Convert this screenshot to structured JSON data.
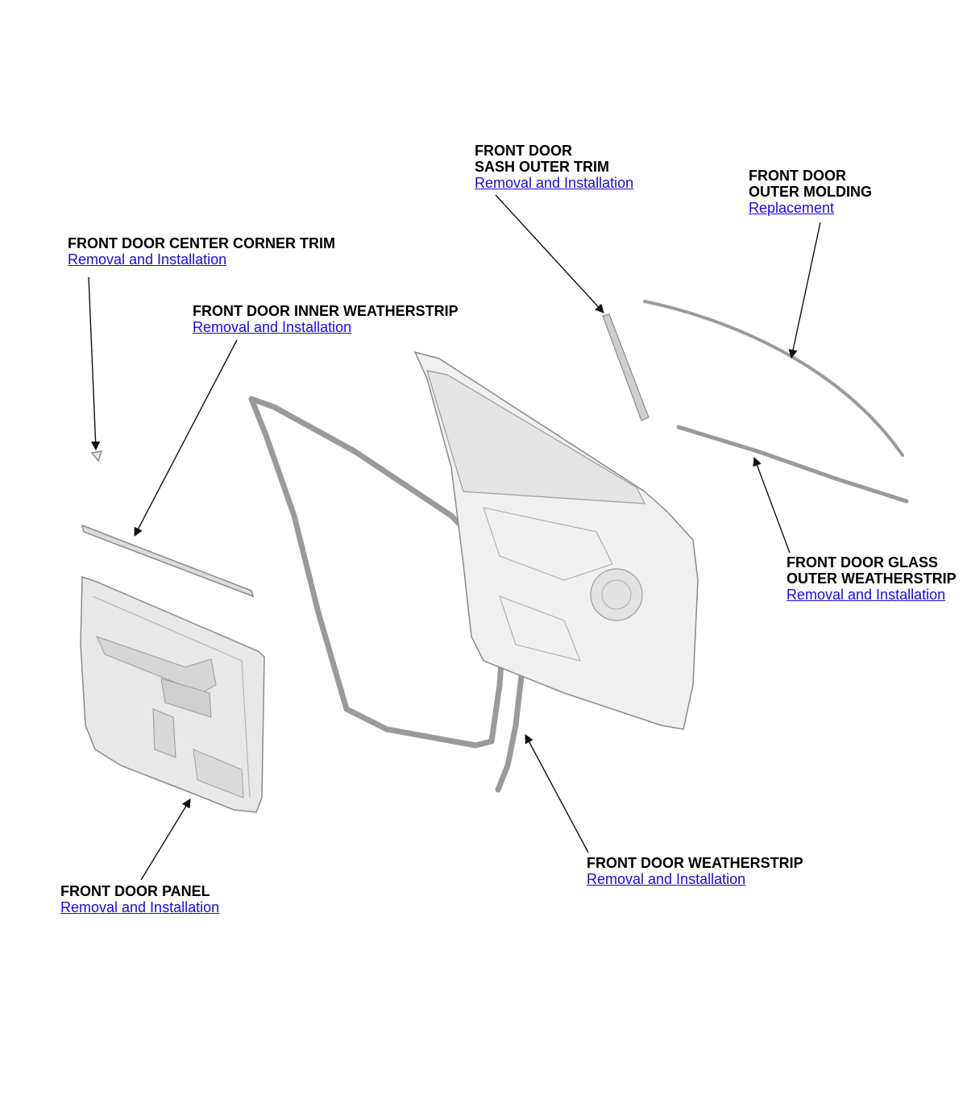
{
  "diagram": {
    "callouts": [
      {
        "id": "center-corner-trim",
        "title": [
          "FRONT DOOR CENTER CORNER TRIM"
        ],
        "link": "Removal and Installation"
      },
      {
        "id": "inner-weatherstrip",
        "title": [
          "FRONT DOOR INNER WEATHERSTRIP"
        ],
        "link": "Removal and Installation"
      },
      {
        "id": "sash-outer-trim",
        "title": [
          "FRONT DOOR",
          "SASH OUTER TRIM"
        ],
        "link": "Removal and Installation"
      },
      {
        "id": "outer-molding",
        "title": [
          "FRONT DOOR",
          "OUTER MOLDING"
        ],
        "link": "Replacement"
      },
      {
        "id": "glass-outer-weatherstrip",
        "title": [
          "FRONT DOOR GLASS",
          "OUTER WEATHERSTRIP"
        ],
        "link": "Removal and Installation"
      },
      {
        "id": "door-weatherstrip",
        "title": [
          "FRONT DOOR WEATHERSTRIP"
        ],
        "link": "Removal and Installation"
      },
      {
        "id": "door-panel",
        "title": [
          "FRONT DOOR PANEL"
        ],
        "link": "Removal and Installation"
      }
    ]
  }
}
